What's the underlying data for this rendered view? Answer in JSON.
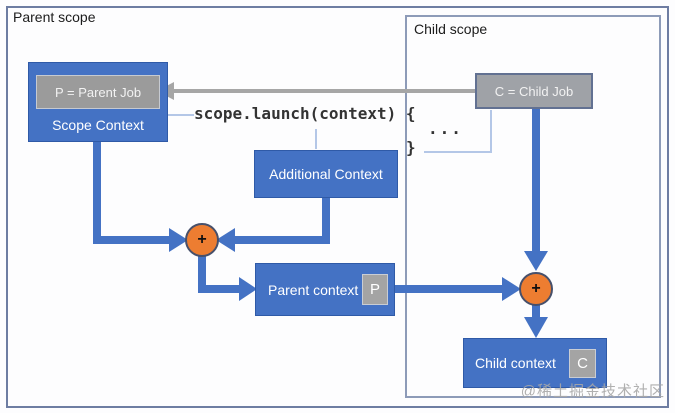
{
  "parent_scope": {
    "label": "Parent scope"
  },
  "child_scope": {
    "label": "Child scope"
  },
  "scope_context": {
    "job_label": "P = Parent Job",
    "caption": "Scope Context"
  },
  "additional_context": {
    "label": "Additional Context"
  },
  "parent_context": {
    "label": "Parent context",
    "badge": "P"
  },
  "child_job": {
    "label": "C = Child Job"
  },
  "child_context": {
    "label": "Child context",
    "badge": "C"
  },
  "merge_nodes": {
    "parent_symbol": "+",
    "child_symbol": "+"
  },
  "code": {
    "launch_call": "scope.launch(context) {",
    "body_dots": "...",
    "closing_brace": "}"
  },
  "watermark": {
    "text": "@稀土掘金技术社区"
  },
  "colors": {
    "box_blue": "#4472c4",
    "box_blue_border": "#2f5aa7",
    "box_gray": "#9b9b9b",
    "merge_orange": "#ed7d31",
    "arrow_blue": "#4472c4",
    "arrow_gray": "#a6a6a6",
    "connector_light_blue": "#b4c7e7",
    "frame_border": "#6e7da2",
    "child_frame_border": "#8d9bb8"
  }
}
